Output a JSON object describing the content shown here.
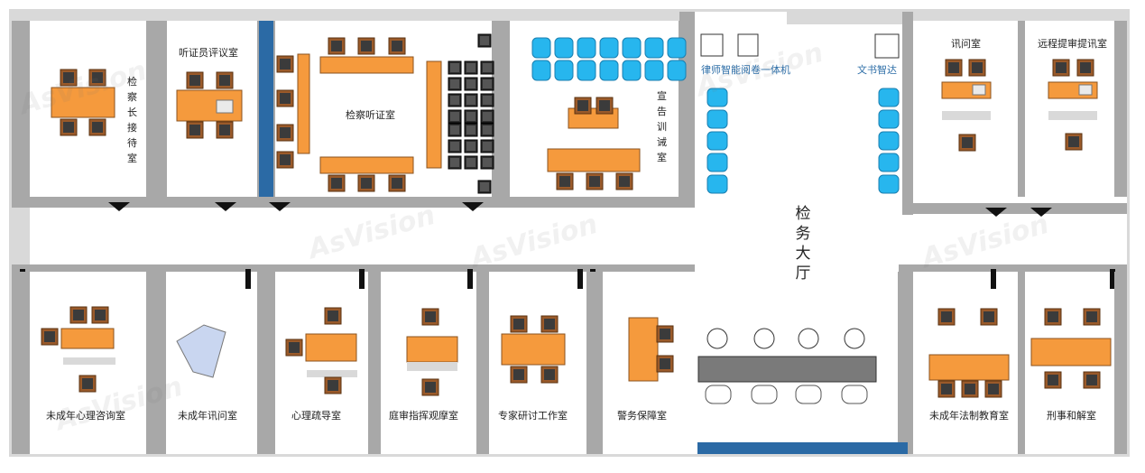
{
  "watermark": "AsVision",
  "colors": {
    "wall": "#a8a8a8",
    "wall_light": "#d9d9d9",
    "table": "#f59a3d",
    "chair_frame": "#9a5a2a",
    "chair_seat": "#3b3b3b",
    "blue_chair": "#27b6ee",
    "accent_blue": "#2b6aa5",
    "counter": "#7a7a7a"
  },
  "rooms": {
    "prosecutor_reception": "检察长接待室",
    "hearing_review": "听证员评议室",
    "prosecution_hearing": "检察听证室",
    "announcement_training": "宣告训诫室",
    "interrogation": "讯问室",
    "remote_interrogation": "远程提审提讯室",
    "lawyer_machine": "律师智能阅卷一体机",
    "document_smart": "文书智达",
    "service_hall": "检务大厅",
    "juvenile_psych_consult": "未成年心理咨询室",
    "juvenile_interrogation": "未成年讯问室",
    "psych_counseling": "心理疏导室",
    "trial_observation": "庭审指挥观摩室",
    "expert_workshop": "专家研讨工作室",
    "police_support": "警务保障室",
    "juvenile_legal_edu": "未成年法制教育室",
    "criminal_mediation": "刑事和解室"
  }
}
